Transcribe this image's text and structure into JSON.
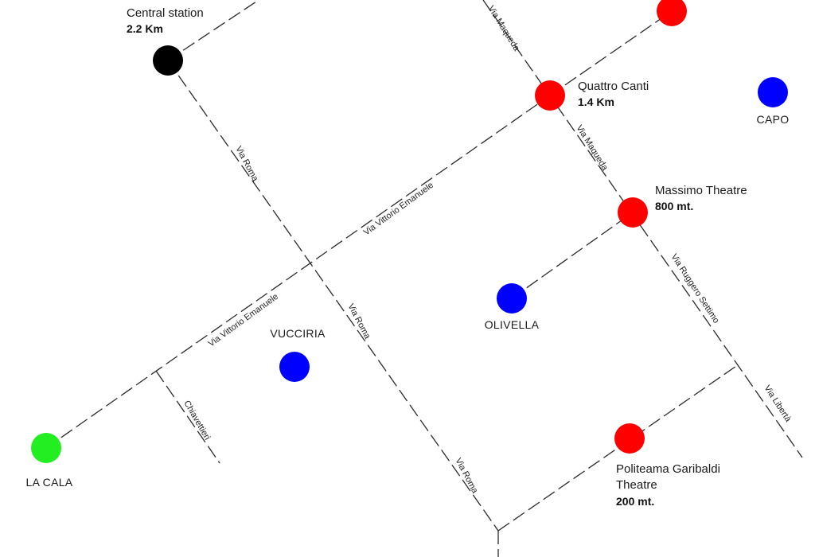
{
  "colors": {
    "landmark": "#ff0000",
    "station": "#000000",
    "quarter": "#0000ff",
    "origin": "#22ee22",
    "road": "#2a2a2a"
  },
  "streets": {
    "via_maqueda_north": "Via Maqueda",
    "via_maqueda_south": "Via Maqueda",
    "via_roma_north": "Via Roma",
    "via_roma_middle": "Via Roma",
    "via_roma_south": "Via Roma",
    "via_vittorio_east": "Via Vittorio Emanuele",
    "via_vittorio_west": "Via Vittorio Emanuele",
    "via_ruggero_settimo": "Via Ruggero Settimo",
    "via_liberta": "Via Libertà",
    "chiavettieri": "Chiavettieri"
  },
  "landmarks": {
    "central_station": {
      "name": "Central station",
      "distance": "2.2 Km"
    },
    "quattro_canti": {
      "name": "Quattro Canti",
      "distance": "1.4 Km"
    },
    "massimo_theatre": {
      "name": "Massimo Theatre",
      "distance": "800 mt."
    },
    "politeama": {
      "name_line1": "Politeama Garibaldi",
      "name_line2": "Theatre",
      "distance": "200 mt."
    }
  },
  "quarters": {
    "capo": "CAPO",
    "olivella": "OLIVELLA",
    "vucciria": "VUCCIRIA",
    "la_cala": "LA CALA"
  }
}
